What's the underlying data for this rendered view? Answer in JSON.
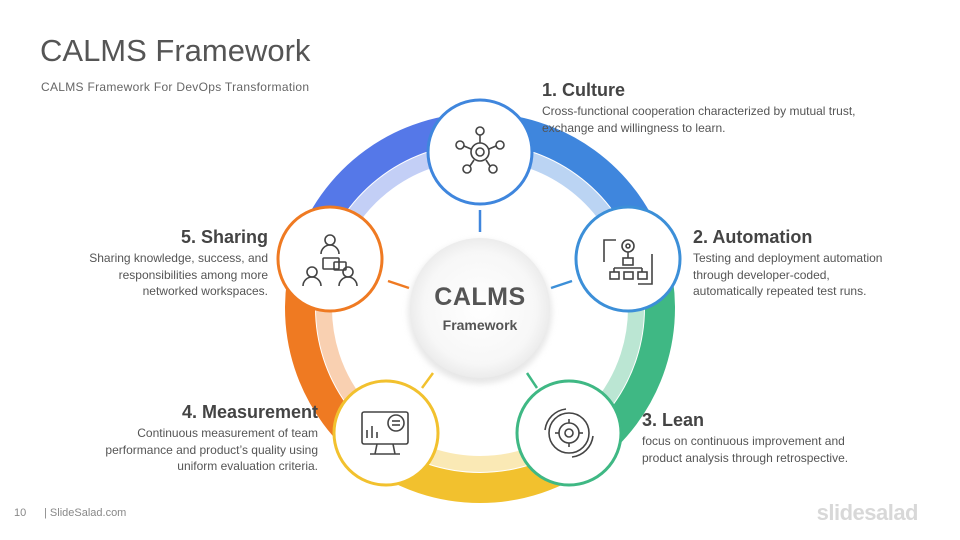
{
  "header": {
    "title": "CALMS Framework",
    "subtitle": "CALMS  Framework  For DevOps Transformation"
  },
  "center": {
    "title": "CALMS",
    "subtitle": "Framework"
  },
  "colors": {
    "culture": "#3f86dd",
    "automation": "#3c8fd8",
    "lean": "#3fb884",
    "measurement": "#f2c12e",
    "sharing": "#ef7a22"
  },
  "nodes": [
    {
      "id": "culture",
      "title": "1. Culture",
      "desc": [
        "Cross-functional  cooperation  characterized  by  mutual  trust,",
        "exchange and willingness  to learn."
      ],
      "icon": "team-gear-icon"
    },
    {
      "id": "automation",
      "title": "2. Automation",
      "desc": [
        "Testing and deployment  automation",
        "through  developer-coded,",
        "automatically  repeated test runs."
      ],
      "icon": "automation-flow-icon"
    },
    {
      "id": "lean",
      "title": "3. Lean",
      "desc": [
        "focus  on  continuous  improvement  and",
        "product  analysis  through  retrospective."
      ],
      "icon": "gear-cycle-icon"
    },
    {
      "id": "measurement",
      "title": "4. Measurement",
      "desc": [
        "Continuous  measurement  of  team",
        "performance  and  product’s  quality  using",
        "uniform  evaluation  criteria."
      ],
      "icon": "monitor-chart-icon"
    },
    {
      "id": "sharing",
      "title": "5. Sharing",
      "desc": [
        "Sharing  knowledge,  success,  and",
        "responsibilities  among  more",
        "networked  workspaces."
      ],
      "icon": "people-chat-icon"
    }
  ],
  "footer": {
    "page": "10",
    "source": "| SlideSalad.com",
    "brand": "slidesalad"
  }
}
